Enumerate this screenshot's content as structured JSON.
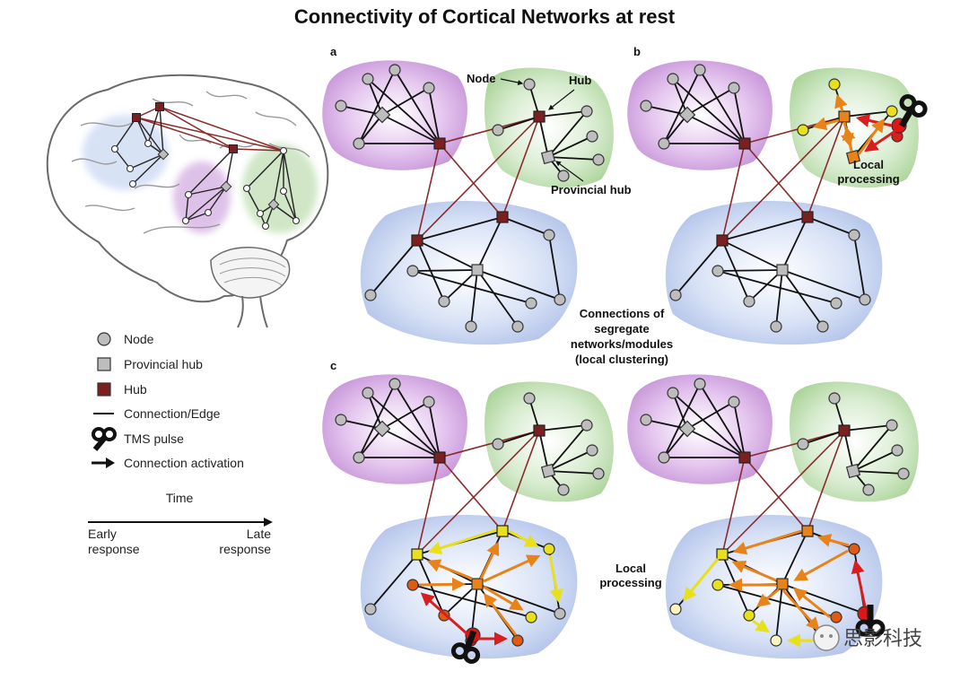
{
  "title": "Connectivity of Cortical Networks at rest",
  "panels": {
    "a": "a",
    "b": "b",
    "c": "c"
  },
  "annotations": {
    "node": "Node",
    "hub": "Hub",
    "provincial_hub": "Provincial hub",
    "local_processing_b_1": "Local",
    "local_processing_b_2": "processing",
    "connections_1": "Connections of",
    "connections_2": "segregate",
    "connections_3": "networks/modules",
    "connections_4": "(local clustering)",
    "local_processing_c_1": "Local",
    "local_processing_c_2": "processing"
  },
  "legend": {
    "node": "Node",
    "provincial_hub": "Provincial hub",
    "hub": "Hub",
    "edge": "Connection/Edge",
    "tms": "TMS pulse",
    "activation": "Connection activation"
  },
  "time_axis": {
    "label": "Time",
    "early_1": "Early",
    "early_2": "response",
    "late_1": "Late",
    "late_2": "response"
  },
  "colors": {
    "hub": "#7a2020",
    "provincial_hub": "#bdbdbd",
    "node": "#bdbdbd",
    "edge": "#111111",
    "inter_edge": "#8a2a2a",
    "purple": "#c89ad8",
    "green": "#b6dba6",
    "blue": "#b9c9ee",
    "activation_early": "#d81e1e",
    "activation_mid": "#e8831a",
    "activation_late": "#e8e01a"
  },
  "watermark": "思影科技"
}
